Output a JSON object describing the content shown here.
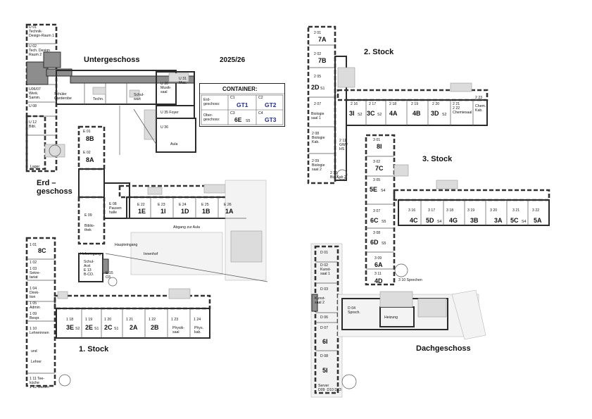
{
  "colors": {
    "wall": "#2b2b2b",
    "dash": "#333333",
    "shade": "#8d8d8d",
    "light": "#d9d9d9",
    "container_blue": "#1f2ab5"
  },
  "year": "2025/26",
  "floors": {
    "untergeschoss": "Untergeschoss",
    "erdgeschoss": "Erd –\ngeschoss",
    "stock1": "1. Stock",
    "stock2": "2. Stock",
    "stock3": "3. Stock",
    "dachgeschoss": "Dachgeschoss"
  },
  "container": {
    "title": "CONTAINER:",
    "row1_label": "Erd-\ngeschoss:",
    "row2_label": "Ober-\ngeschoss:",
    "c1": "C1",
    "c1v": "GT1",
    "c2": "C2",
    "c2v": "GT2",
    "c3": "C3",
    "c3v": "6E",
    "c3sub": "S5",
    "c4": "C4",
    "c4v": "GT3"
  },
  "rooms": {
    "u01": "U 01\nTechnik-\nDesign-Raum 1",
    "u02": "U 02\nTech. Design\nRaum 2",
    "u0607": "U06/07\nWerk.\nSamm.",
    "u08": "U 08",
    "u12": "U 12\nBibl.",
    "lager": "Lager",
    "garderobe": "Schüler\nGarderobe",
    "techn": "Techn.",
    "schulwart": "Schul-\nwart",
    "u30": "U 30\nMusik-\nsaal",
    "u31": "U 31\nMus.",
    "u35": "U 35 Foyer",
    "u36": "U 36",
    "aula": "Aula",
    "e01": "E 01",
    "e01c": "8B",
    "e02": "E 02",
    "e02c": "8A",
    "e08": "E 08\nPausen\nhalle",
    "e09": "E 09",
    "bibliothek": "Biblio-\nthek",
    "e22": "E 22",
    "e22c": "1E",
    "e23": "E 23",
    "e23c": "1I",
    "e24": "E 24",
    "e24c": "1D",
    "e25": "E 25",
    "e25c": "1B",
    "e26": "E 26",
    "e26c": "1A",
    "abgang": "Abgang zur Aula",
    "haupteingang": "Haupteingang",
    "innenhof": "Innenhof",
    "hofseingang": "Hofseingang",
    "schularzt": "Schul-\nArzt\nE 13\nB-CO.",
    "e15": "E 15\nO3",
    "r101": "1 01",
    "r101c": "8C",
    "r102": "1 02",
    "r103": "1 03\nSekre-\ntariat",
    "r104": "1 04\nDirek-\ntion",
    "r105": "1 05\nAdmin",
    "r109": "1 09\nBespr.",
    "r110": "1 10\nLehrerinnen",
    "und": "und",
    "lehrer": "Lehrer",
    "r111": "1 11 Tee-\nküche\n1 12 Garder.",
    "r118": "1 18",
    "r118c": "3E",
    "r118s": "S2",
    "r119": "1 19",
    "r119c": "2E",
    "r119s": "S1",
    "r120": "1 20",
    "r120c": "2C",
    "r120s": "S1",
    "r121": "1 21",
    "r121c": "2A",
    "r122": "1 22",
    "r122c": "2B",
    "r123": "1 23",
    "r123t": "Physik-\nsaal",
    "r124": "1 24",
    "r124t": "Phys.\nkab.",
    "r201": "2 01",
    "r201c": "7A",
    "r202": "2 02",
    "r202c": "7B",
    "r205": "2 05",
    "r205c": "2D",
    "r205s": "S1",
    "r207": "2 07",
    "r207t": "Biologie\nsaal 1",
    "r208": "2 08\nBiologie\nKab.",
    "r209": "2 09\nBiologie\nsaal 2",
    "r210": "2 10\nBio-Kab 2",
    "r211": "2 11\nGW /\nHS",
    "r216": "2 16",
    "r216c": "3I",
    "r216s": "S2",
    "r217": "2 17",
    "r217c": "3C",
    "r217s": "S2",
    "r218": "2 18",
    "r218c": "4A",
    "r219": "2 19",
    "r219c": "4B",
    "r220": "2 20",
    "r220c": "3D",
    "r220s": "S2",
    "r221": "2 21\n2 22\nChemiesaal",
    "r223": "2 23\n\nChem.\nKab.",
    "r301": "3 01",
    "r301c": "8I",
    "r302": "3 02",
    "r302c": "7C",
    "r305": "3 05",
    "r305c": "5E",
    "r305s": "S4",
    "r307": "3 07",
    "r307c": "6C",
    "r307s": "S5",
    "r308": "3 08",
    "r308c": "6D",
    "r308s": "S5",
    "r309": "3 09",
    "r309c": "6A",
    "r311": "3 11",
    "r311c": "4D",
    "r310": "3 10 Sprechen",
    "r316": "3 16",
    "r316c": "4C",
    "r317": "3 17",
    "r317c": "5D",
    "r317s": "S4",
    "r318": "3 18",
    "r318c": "4G",
    "r319": "3 19",
    "r319c": "3B",
    "r320": "3 20",
    "r320c": "3A",
    "r321": "3 21",
    "r321c": "5C",
    "r321s": "S4",
    "r322": "3 22",
    "r322c": "5A",
    "d01": "D 01",
    "d02": "D 02\nKunst-\nsaal 1",
    "d03": "D 03",
    "d03t": "Kunst-\nsaal 2",
    "d04": "D 04\nSprech.",
    "d06": "D 06",
    "d07": "D 07",
    "d07c": "6I",
    "d08": "D 08",
    "d08c": "5I",
    "heizung": "Heizung",
    "server": "Server\nD09  D10 D23"
  }
}
